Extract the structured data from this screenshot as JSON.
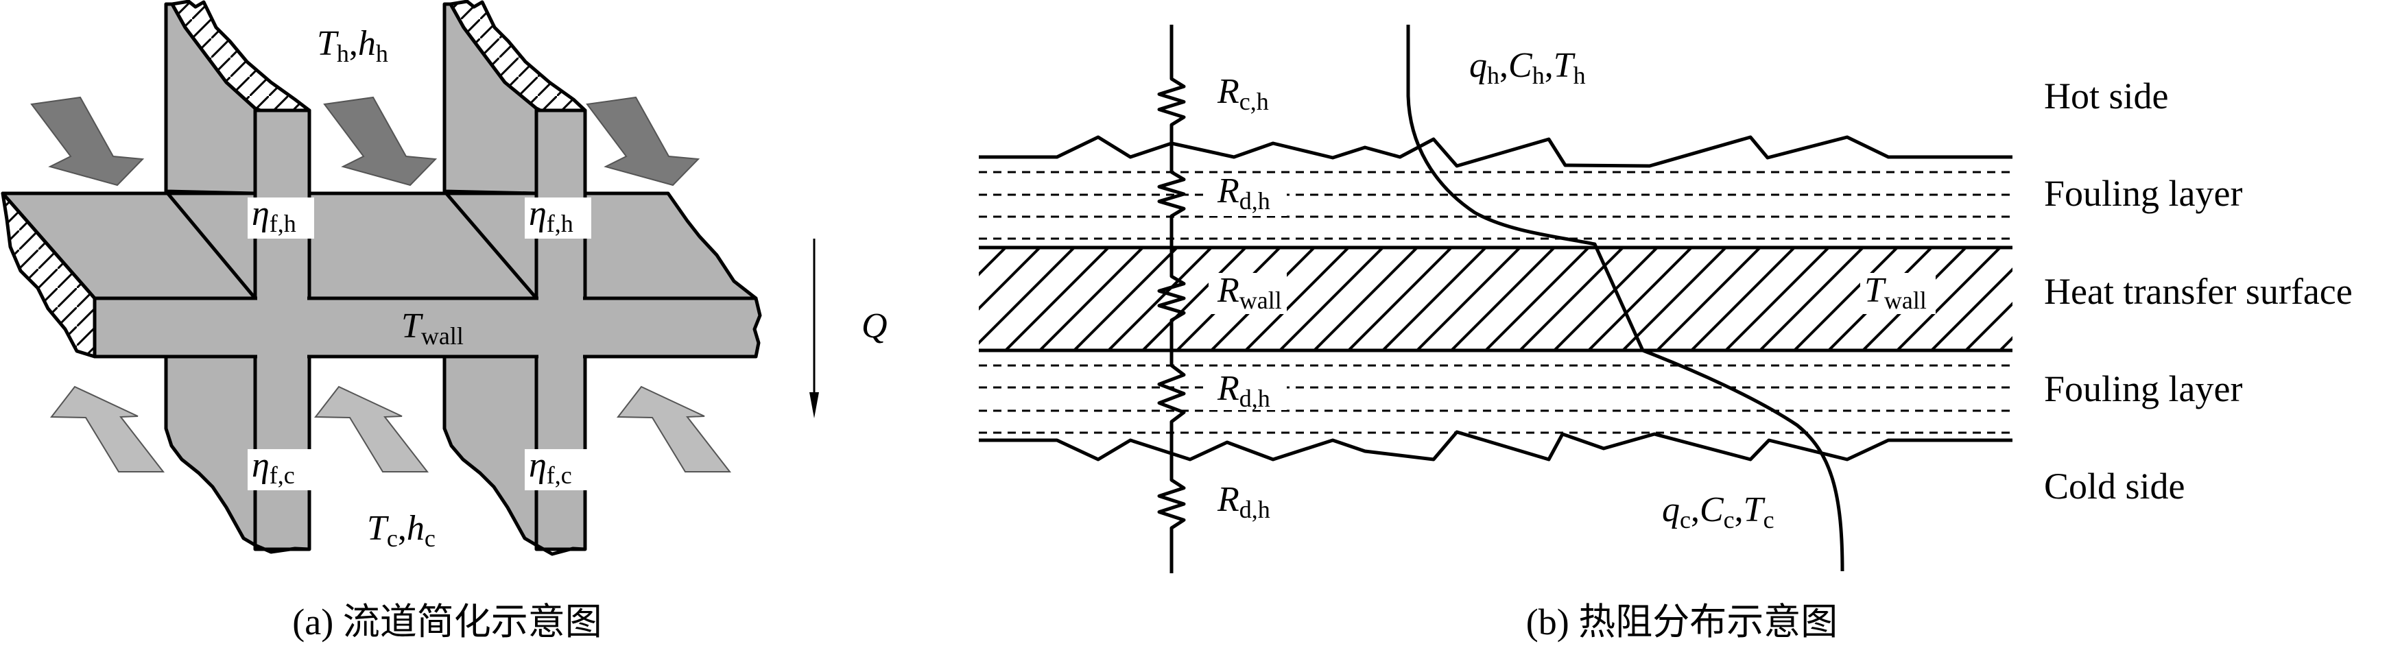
{
  "panel_a": {
    "caption": "(a) 流道简化示意图",
    "hot_fluid": {
      "s1": "T",
      "b1": "h",
      "sep": ",",
      "s2": "h",
      "b2": "h"
    },
    "cold_fluid": {
      "s1": "T",
      "b1": "c",
      "sep": ",",
      "s2": "h",
      "b2": "c"
    },
    "wall": {
      "s": "T",
      "b": "wall"
    },
    "heat_flow": "Q",
    "fin_eff_hot": {
      "s": "η",
      "b": "f,h"
    },
    "fin_eff_cold": {
      "s": "η",
      "b": "f,c"
    },
    "colors": {
      "metal": "#b3b3b3",
      "hot_arrow": "#7a7a7a",
      "cold_arrow": "#bdbdbd"
    }
  },
  "panel_b": {
    "caption": "(b) 热阻分布示意图",
    "layers": [
      "Hot side",
      "Fouling layer",
      "Heat transfer surface",
      "Fouling layer",
      "Cold side"
    ],
    "resistances": [
      {
        "s": "R",
        "b": "c,h"
      },
      {
        "s": "R",
        "b": "d,h"
      },
      {
        "s": "R",
        "b": "wall"
      },
      {
        "s": "R",
        "b": "d,h"
      },
      {
        "s": "R",
        "b": "d,h"
      }
    ],
    "hot_stream": {
      "s1": "q",
      "b1": "h",
      "s2": "C",
      "b2": "h",
      "s3": "T",
      "b3": "h",
      "sep": ","
    },
    "cold_stream": {
      "s1": "q",
      "b1": "c",
      "s2": "C",
      "b2": "c",
      "s3": "T",
      "b3": "c",
      "sep": ","
    },
    "wall_temp": {
      "s": "T",
      "b": "wall"
    }
  }
}
